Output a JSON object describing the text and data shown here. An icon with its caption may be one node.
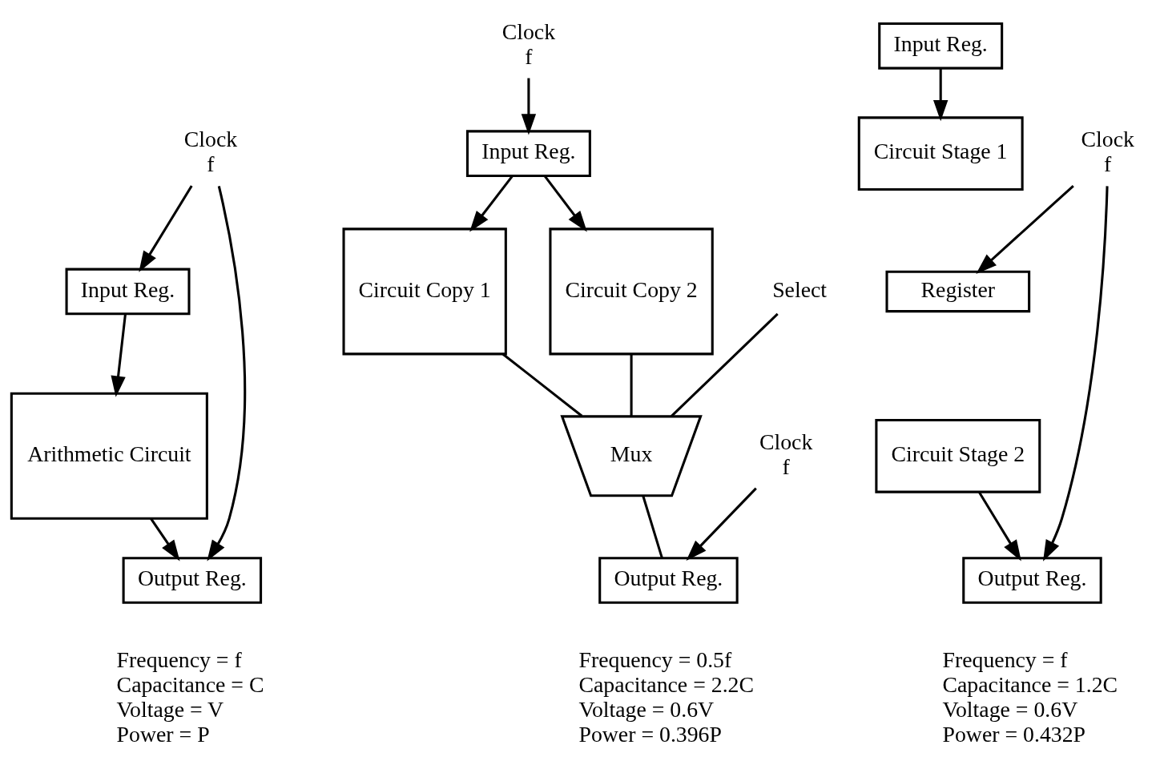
{
  "diagram": {
    "nodes": [
      {
        "text": [
          "Clock",
          "f"
        ]
      },
      {
        "text": [
          "Input Reg."
        ]
      },
      {
        "text": [
          "Arithmetic Circuit"
        ]
      },
      {
        "text": [
          "Output Reg."
        ]
      },
      {
        "text": [
          "Clock",
          "f"
        ]
      },
      {
        "text": [
          "Input Reg."
        ]
      },
      {
        "text": [
          "Circuit Copy 1"
        ]
      },
      {
        "text": [
          "Circuit Copy 2"
        ]
      },
      {
        "text": [
          "Mux"
        ]
      },
      {
        "text": [
          "Select"
        ]
      },
      {
        "text": [
          "Clock",
          "f"
        ]
      },
      {
        "text": [
          "Output Reg."
        ]
      },
      {
        "text": [
          "Clock",
          "f"
        ]
      },
      {
        "text": [
          "Input Reg."
        ]
      },
      {
        "text": [
          "Circuit Stage 1"
        ]
      },
      {
        "text": [
          "Register"
        ]
      },
      {
        "text": [
          "Circuit Stage 2"
        ]
      },
      {
        "text": [
          "Output Reg."
        ]
      }
    ],
    "edges": [
      {
        "from": 0,
        "to": 1,
        "arrow": "to"
      },
      {
        "from": 1,
        "to": 2,
        "arrow": "to"
      },
      {
        "from": 2,
        "to": 3,
        "arrow": "to"
      },
      {
        "from": 0,
        "to": 3,
        "arrow": "to"
      },
      {
        "from": 4,
        "to": 5,
        "arrow": "to"
      },
      {
        "from": 5,
        "to": 6,
        "arrow": "to"
      },
      {
        "from": 5,
        "to": 7,
        "arrow": "to"
      },
      {
        "from": 6,
        "to": 8,
        "arrow": "none"
      },
      {
        "from": 7,
        "to": 8,
        "arrow": "none"
      },
      {
        "from": 9,
        "to": 8,
        "arrow": "none"
      },
      {
        "from": 8,
        "to": 11,
        "arrow": "none"
      },
      {
        "from": 10,
        "to": 11,
        "arrow": "to"
      },
      {
        "from": 13,
        "to": 14,
        "arrow": "to"
      },
      {
        "from": 16,
        "to": 17,
        "arrow": "to"
      },
      {
        "from": 12,
        "to": 15,
        "arrow": "to"
      },
      {
        "from": 12,
        "to": 17,
        "arrow": "to"
      }
    ],
    "labels": [
      "Frequency = f",
      "Frequency = 0.5f",
      "Frequency = f",
      "Capacitance = C",
      "Capacitance = 2.2C",
      "Capacitance = 1.2C",
      "Voltage = V",
      "Voltage = 0.6V",
      "Voltage = 0.6V",
      "Power = P",
      "Power = 0.396P",
      "Power = 0.432P"
    ]
  }
}
